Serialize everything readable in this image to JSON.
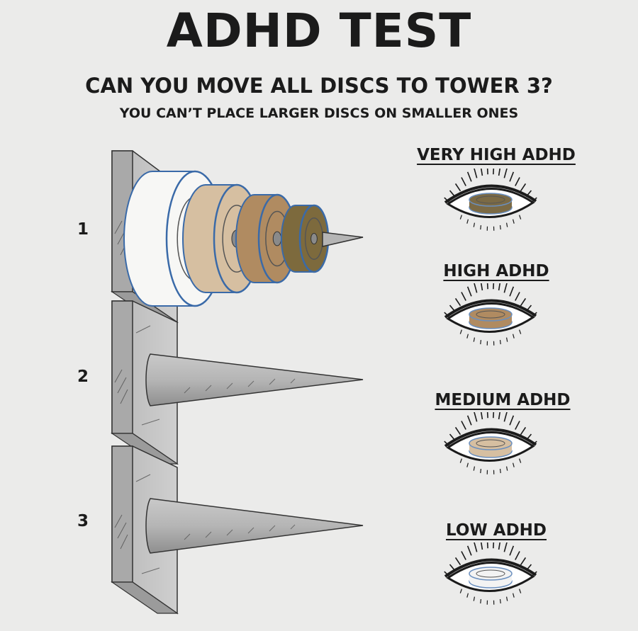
{
  "header": {
    "title": "ADHD TEST",
    "question": "CAN YOU MOVE ALL DISCS TO TOWER 3?",
    "rule": "YOU CAN’T PLACE LARGER DISCS ON SMALLER ONES"
  },
  "towers": [
    {
      "label": "1",
      "discs": [
        "white",
        "beige",
        "tan",
        "brown"
      ]
    },
    {
      "label": "2",
      "discs": []
    },
    {
      "label": "3",
      "discs": []
    }
  ],
  "disc_colors": {
    "white": "#f7f7f5",
    "beige": "#d6bfa1",
    "tan": "#b08b61",
    "brown": "#7d6a3d",
    "outline": "#3a6aa8"
  },
  "levels": [
    {
      "label": "VERY HIGH ADHD",
      "iris_color": "#7b6a45"
    },
    {
      "label": "HIGH ADHD",
      "iris_color": "#b08b61"
    },
    {
      "label": "MEDIUM ADHD",
      "iris_color": "#d6bfa1"
    },
    {
      "label": "LOW ADHD",
      "iris_color": "#f3f3f3"
    }
  ]
}
